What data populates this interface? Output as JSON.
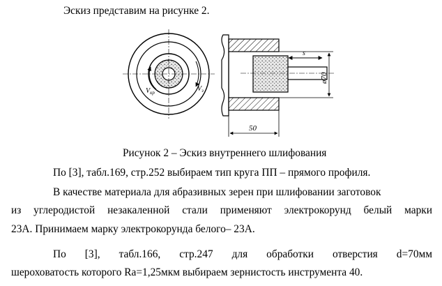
{
  "document": {
    "intro": "Эскиз представим на рисунке 2.",
    "figure": {
      "caption": "Рисунок 2 – Эскиз внутреннего шлифования",
      "labels": {
        "v_kr": "V",
        "v_kr_sub": "кр",
        "v_z": "V",
        "v_z_sub": "з",
        "feed": "s",
        "diameter": "ø70",
        "length": "50"
      }
    },
    "p1": "По [3], табл.169, стр.252 выбираем тип круга ПП – прямого профиля.",
    "p2_line1": "В качестве материала для абразивных зерен при шлифовании заготовок",
    "p2_line2": "из углеродистой незакаленной стали применяют электрокорунд белый марки",
    "p2_line3": "23А. Принимаем марку электрокорунда белого– 23А.",
    "p3_line1": "По [3], табл.166, стр.247 для обработки отверстия d=70мм",
    "p3_line2": "шероховатость которого Ra=1,25мкм выбираем зернистость инструмента 40."
  }
}
